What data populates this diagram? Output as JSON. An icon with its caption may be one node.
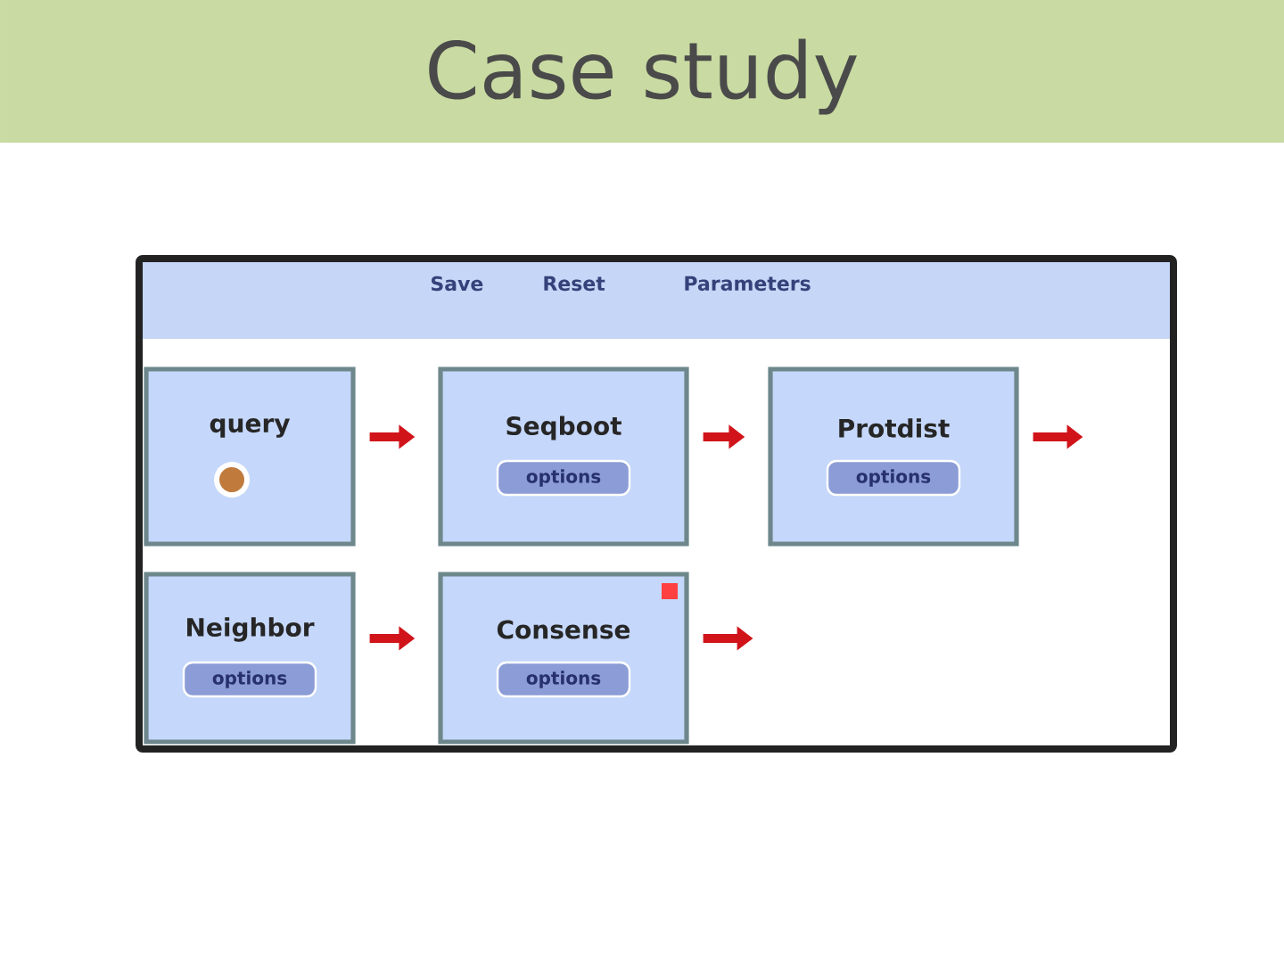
{
  "diagram": {
    "title": "Case study",
    "nodes": [
      {
        "text": [],
        "shape": "box"
      },
      {
        "text": [
          "query"
        ],
        "in": 0
      },
      {
        "text": [
          "Seqboot",
          "options"
        ],
        "in": 0
      },
      {
        "text": [
          "Protdist",
          "options"
        ],
        "in": 0
      },
      {
        "text": [
          "Neighbor",
          "options"
        ],
        "in": 0
      },
      {
        "text": [
          "Consense",
          "options"
        ],
        "in": 0
      }
    ],
    "edges": [
      {
        "from": 1,
        "to": 2,
        "arrow": "to"
      },
      {
        "from": 2,
        "to": 3,
        "arrow": "to"
      },
      {
        "from": 3,
        "to": null,
        "arrow": "to"
      },
      {
        "from": 4,
        "to": 5,
        "arrow": "to"
      },
      {
        "from": 5,
        "to": null,
        "arrow": "to"
      }
    ],
    "labels": [
      "Save",
      "Reset",
      "Parameters"
    ]
  }
}
